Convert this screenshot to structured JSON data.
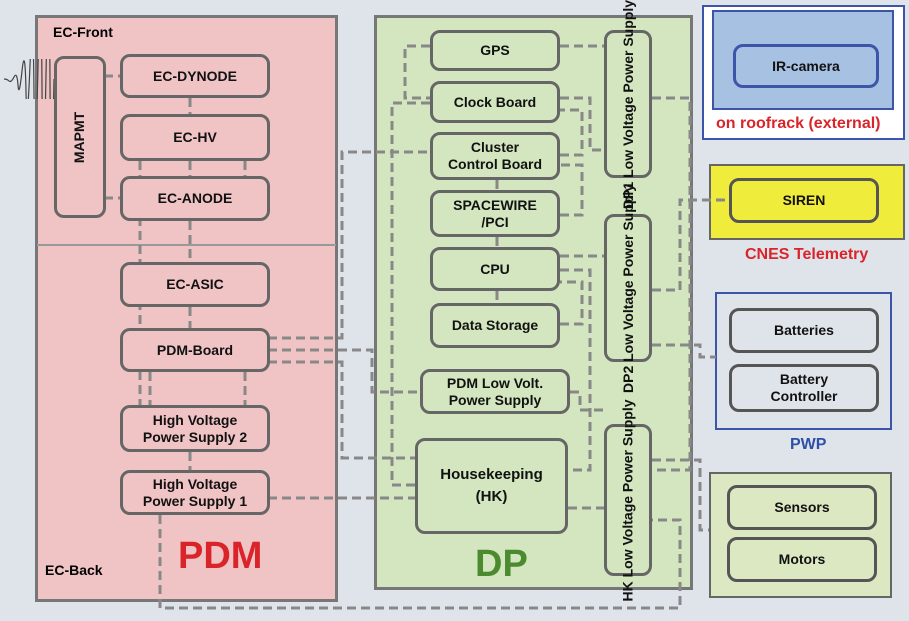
{
  "colors": {
    "pdm": "#f0c3c5",
    "dp": "#d3e6bf",
    "roof": "#a7c1e3",
    "siren": "#f0ec3c",
    "title_pdm": "#d9252a",
    "title_dp": "#4c8a2f",
    "cnes": "#d9252a",
    "pwp": "#2f50a8",
    "wire": "#888888"
  },
  "pdm": {
    "ec_front": "EC-Front",
    "ec_back": "EC-Back",
    "title": "PDM",
    "mapmt": "MAPMT",
    "ec_dynode": "EC-DYNODE",
    "ec_hv": "EC-HV",
    "ec_anode": "EC-ANODE",
    "ec_asic": "EC-ASIC",
    "pdm_board": "PDM-Board",
    "hvps2": "High Voltage\nPower Supply 2",
    "hvps1": "High Voltage\nPower Supply 1"
  },
  "dp": {
    "title": "DP",
    "gps": "GPS",
    "clock_board": "Clock Board",
    "cluster_control": "Cluster\nControl Board",
    "spacewire": "SPACEWIRE\n/PCI",
    "cpu": "CPU",
    "data_storage": "Data Storage",
    "pdm_lvps": "PDM Low Volt.\nPower Supply",
    "housekeeping": "Housekeeping\n(HK)",
    "dp1_lvps": "DP1 Low Voltage\nPower Supply",
    "dp2_lvps": "DP2 Low Voltage\nPower Supply",
    "hk_lvps": "HK Low Voltage\nPower Supply"
  },
  "roof": {
    "ir_camera": "IR-camera",
    "caption": "on roofrack (external)"
  },
  "cnes": {
    "siren": "SIREN",
    "caption": "CNES Telemetry"
  },
  "pwp": {
    "batteries": "Batteries",
    "battery_controller": "Battery\nController",
    "caption": "PWP"
  },
  "ext": {
    "sensors": "Sensors",
    "motors": "Motors"
  }
}
